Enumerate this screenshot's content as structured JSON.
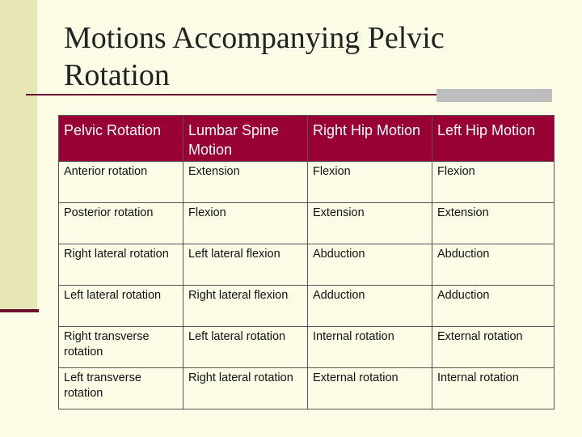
{
  "title": "Motions Accompanying Pelvic Rotation",
  "table": {
    "headers": [
      "Pelvic Rotation",
      "Lumbar Spine Motion",
      "Right Hip Motion",
      "Left Hip Motion"
    ],
    "rows": [
      [
        "Anterior rotation",
        "Extension",
        "Flexion",
        "Flexion"
      ],
      [
        "Posterior rotation",
        "Flexion",
        "Extension",
        "Extension"
      ],
      [
        "Right lateral rotation",
        "Left lateral flexion",
        "Abduction",
        "Abduction"
      ],
      [
        "Left lateral rotation",
        "Right lateral flexion",
        "Adduction",
        "Adduction"
      ],
      [
        "Right transverse rotation",
        "Left lateral rotation",
        "Internal rotation",
        "External rotation"
      ],
      [
        "Left transverse rotation",
        "Right lateral rotation",
        "External rotation",
        "Internal rotation"
      ]
    ]
  },
  "colors": {
    "background": "#fcfce6",
    "header_fill": "#990033",
    "accent": "#6b0f2e"
  }
}
